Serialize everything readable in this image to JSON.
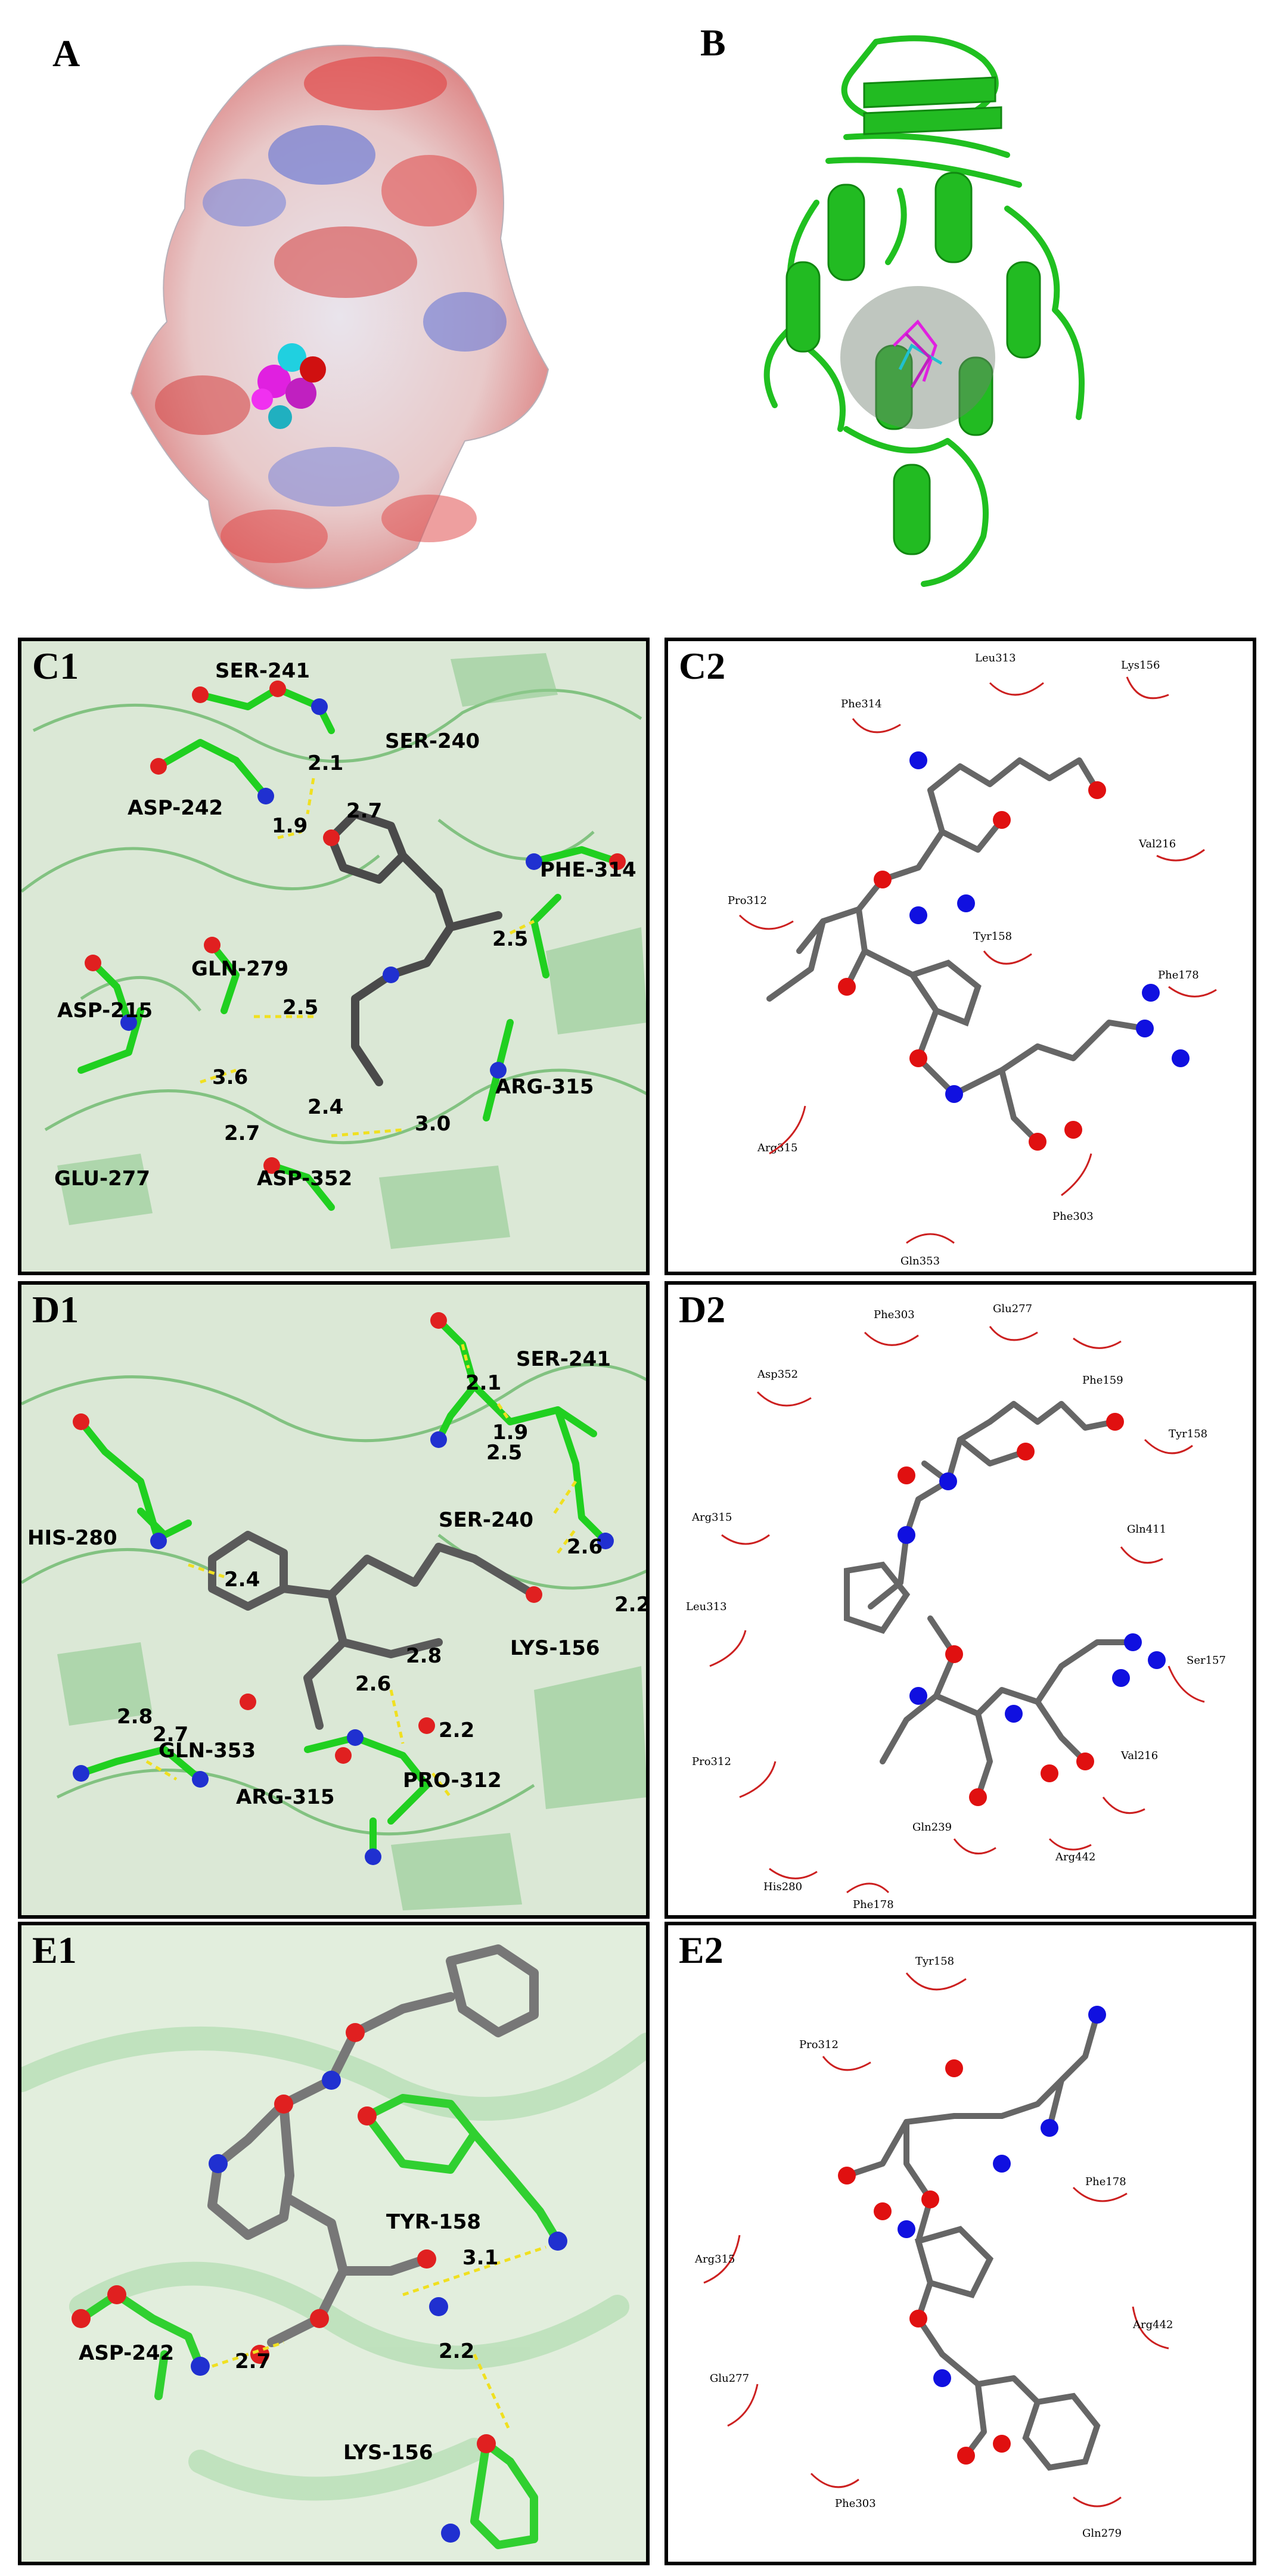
{
  "panels": {
    "A": "A",
    "B": "B",
    "C1": "C1",
    "C2": "C2",
    "D1": "D1",
    "D2": "D2",
    "E1": "E1",
    "E2": "E2"
  },
  "C1": {
    "residues": [
      "SER-241",
      "SER-240",
      "ASP-242",
      "PHE-314",
      "GLN-279",
      "ASP-215",
      "ARG-315",
      "GLU-277",
      "ASP-352"
    ],
    "distances": [
      "2.1",
      "2.7",
      "1.9",
      "2.5",
      "2.5",
      "3.6",
      "2.4",
      "2.7",
      "3.0"
    ]
  },
  "C2": {
    "residues": [
      "Leu313",
      "Lys156",
      "Phe314",
      "Val216",
      "Pro312",
      "Tyr158",
      "Phe178",
      "Arg315",
      "Phe303",
      "Gln353"
    ]
  },
  "D1": {
    "residues": [
      "SER-241",
      "HIS-280",
      "SER-240",
      "LYS-156",
      "GLN-353",
      "ARG-315",
      "PRO-312"
    ],
    "distances": [
      "2.1",
      "1.9",
      "2.5",
      "2.6",
      "2.2",
      "2.4",
      "2.8",
      "2.6",
      "2.8",
      "2.2",
      "2.7"
    ]
  },
  "D2": {
    "residues": [
      "Phe303",
      "Glu277",
      "Asp352",
      "Phe159",
      "Tyr158",
      "Arg315",
      "Gln411",
      "Leu313",
      "Ser157",
      "Pro312",
      "Val216",
      "Gln239",
      "Arg442",
      "His280",
      "Phe178"
    ]
  },
  "E1": {
    "residues": [
      "TYR-158",
      "ASP-242",
      "LYS-156"
    ],
    "distances": [
      "3.1",
      "2.7",
      "2.2"
    ]
  },
  "E2": {
    "residues": [
      "Tyr158",
      "Pro312",
      "Phe178",
      "Arg315",
      "Arg442",
      "Glu277",
      "Phe303",
      "Gln279"
    ]
  }
}
